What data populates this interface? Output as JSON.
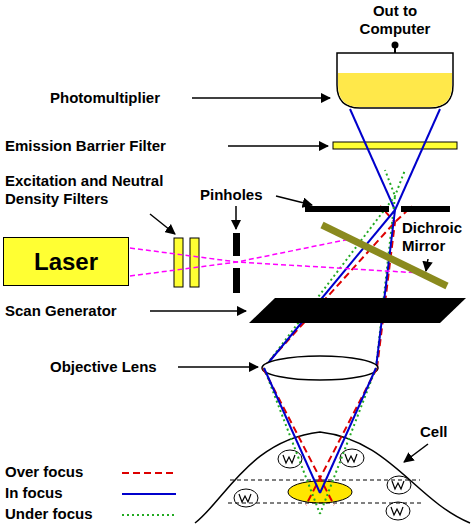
{
  "diagram": {
    "nodes": [
      {
        "text": [
          "Laser"
        ]
      }
    ],
    "labels": [
      "Out to Computer",
      "Photomultiplier",
      "Emission Barrier Filter",
      "Excitation and Neutral Density Filters",
      "Pinholes",
      "Dichroic Mirror",
      "Scan Generator",
      "Objective Lens",
      "Cell"
    ],
    "legend": [
      {
        "text": "Over focus"
      },
      {
        "text": "In focus"
      },
      {
        "text": "Under focus"
      }
    ]
  }
}
